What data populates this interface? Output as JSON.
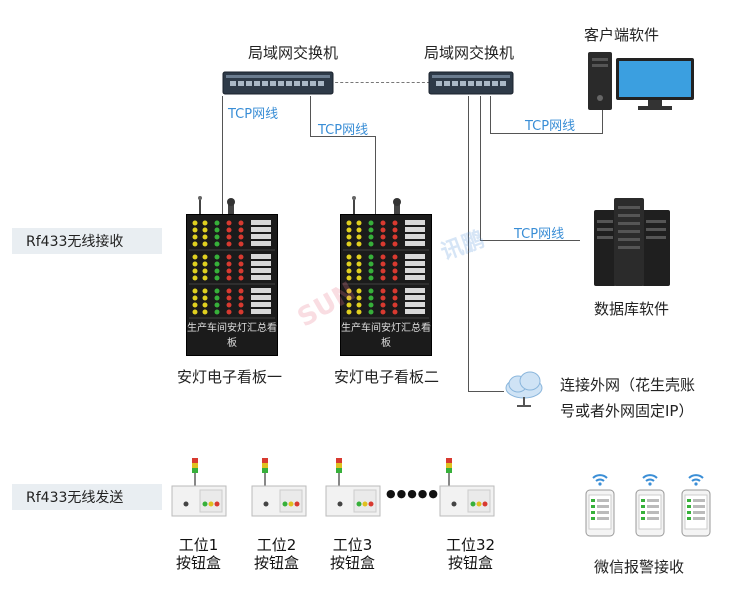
{
  "switch_left": "局域网交换机",
  "switch_right": "局域网交换机",
  "client_software": "客户端软件",
  "tcp_labels": [
    "TCP网线",
    "TCP网线",
    "TCP网线",
    "TCP网线"
  ],
  "rf_receive": "Rf433无线接收",
  "rf_send": "Rf433无线发送",
  "board_1": "安灯电子看板一",
  "board_2": "安灯电子看板二",
  "board_caption": "生产车间安灯汇总看板",
  "database_software": "数据库软件",
  "external_line1": "连接外网（花生壳账",
  "external_line2": "号或者外网固定IP）",
  "stations": [
    {
      "line1": "工位1",
      "line2": "按钮盒"
    },
    {
      "line1": "工位2",
      "line2": "按钮盒"
    },
    {
      "line1": "工位3",
      "line2": "按钮盒"
    },
    {
      "line1": "工位32",
      "line2": "按钮盒"
    }
  ],
  "ellipsis": "●●●●●●",
  "wechat": "微信报警接收",
  "colors": {
    "tcp_text": "#3a8ed6",
    "board_bg": "#1b1b1b",
    "switch_bg": "#2e3a48"
  }
}
